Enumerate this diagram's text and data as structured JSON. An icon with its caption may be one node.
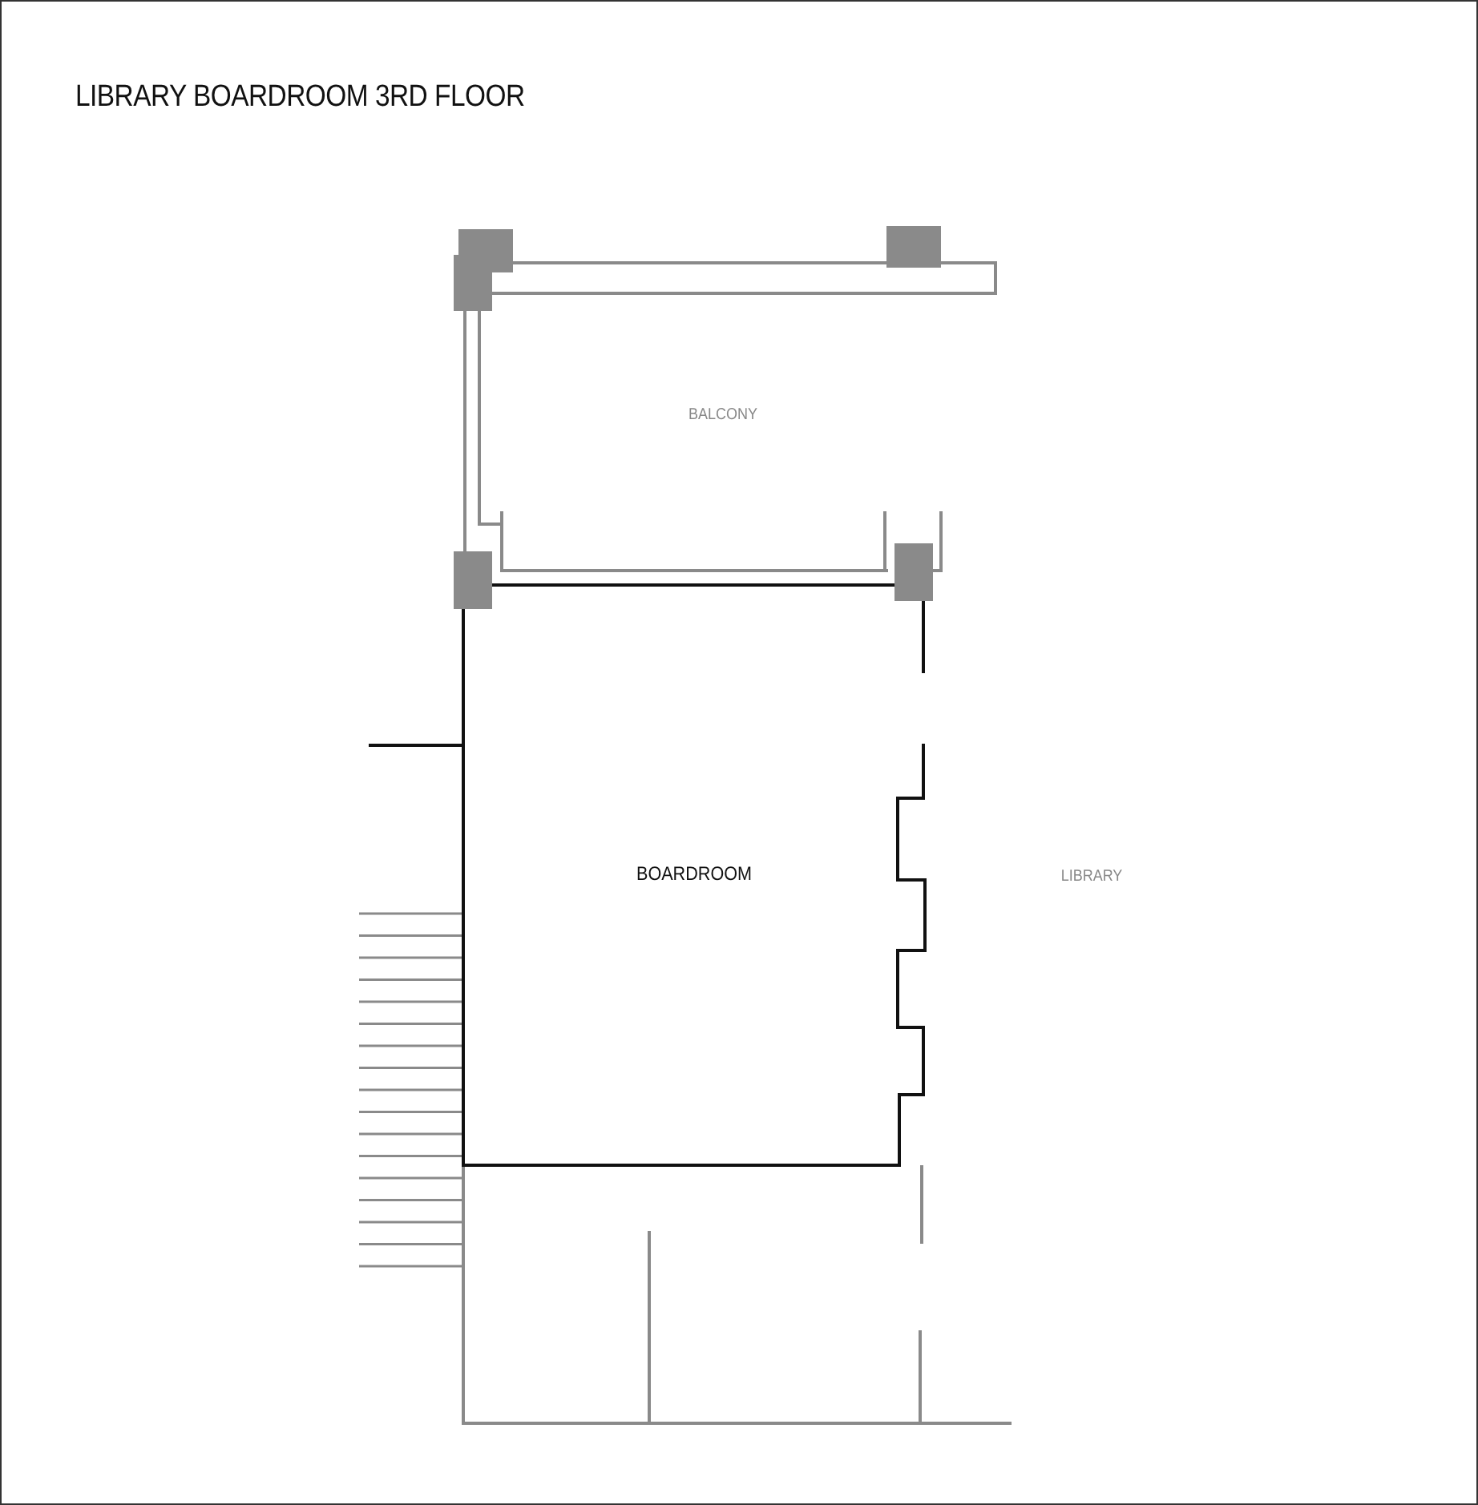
{
  "diagram": {
    "title": "LIBRARY BOARDROOM 3RD FLOOR",
    "labels": [
      "BALCONY",
      "BOARDROOM",
      "LIBRARY"
    ]
  }
}
